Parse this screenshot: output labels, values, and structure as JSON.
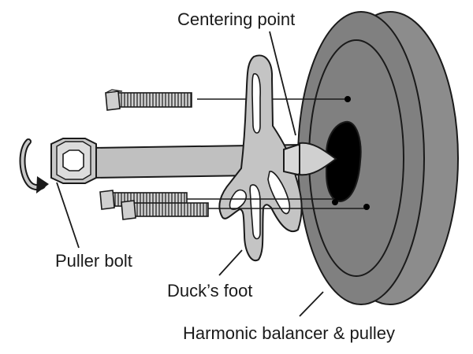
{
  "labels": {
    "centering_point": "Centering point",
    "puller_bolt": "Puller bolt",
    "ducks_foot": "Duck’s foot",
    "harmonic_balancer": "Harmonic balancer & pulley"
  },
  "colors": {
    "outline": "#1a1a1a",
    "bolt_fill": "#c8c8c8",
    "balancer_fill": "#808080",
    "balancer_rim": "#909090",
    "hub_fill": "#000000",
    "foot_fill": "#c4c4c4",
    "background": "#ffffff"
  }
}
